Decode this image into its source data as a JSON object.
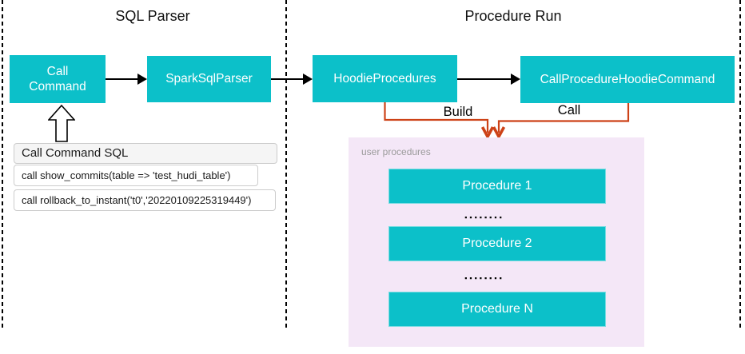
{
  "titles": {
    "left_section": "SQL Parser",
    "right_section": "Procedure Run"
  },
  "nodes": {
    "call_command": {
      "line1": "Call",
      "line2": "Command"
    },
    "spark_sql_parser": "SparkSqlParser",
    "hoodie_procedures": "HoodieProcedures",
    "call_procedure_hoodie_command": "CallProcedureHoodieCommand"
  },
  "connectors": {
    "build_label": "Build",
    "call_label": "Call"
  },
  "sql_card": {
    "title": "Call Command SQL",
    "statements": [
      "call show_commits(table => 'test_hudi_table')",
      "call rollback_to_instant('t0','20220109225319449')"
    ]
  },
  "user_procedures": {
    "label": "user procedures",
    "items": [
      "Procedure 1",
      "Procedure 2",
      "Procedure N"
    ],
    "ellipsis": "▪▪▪▪▪▪▪▪"
  },
  "colors": {
    "node_fill": "#0cc0c9",
    "node_text": "#ffffff",
    "connector_orange": "#cd4217",
    "group_fill": "#f4e7f7",
    "group_label_gray": "#9b9b9b",
    "card_header_fill": "#f5f5f5",
    "card_border": "#cccccc",
    "line_black": "#000000"
  }
}
